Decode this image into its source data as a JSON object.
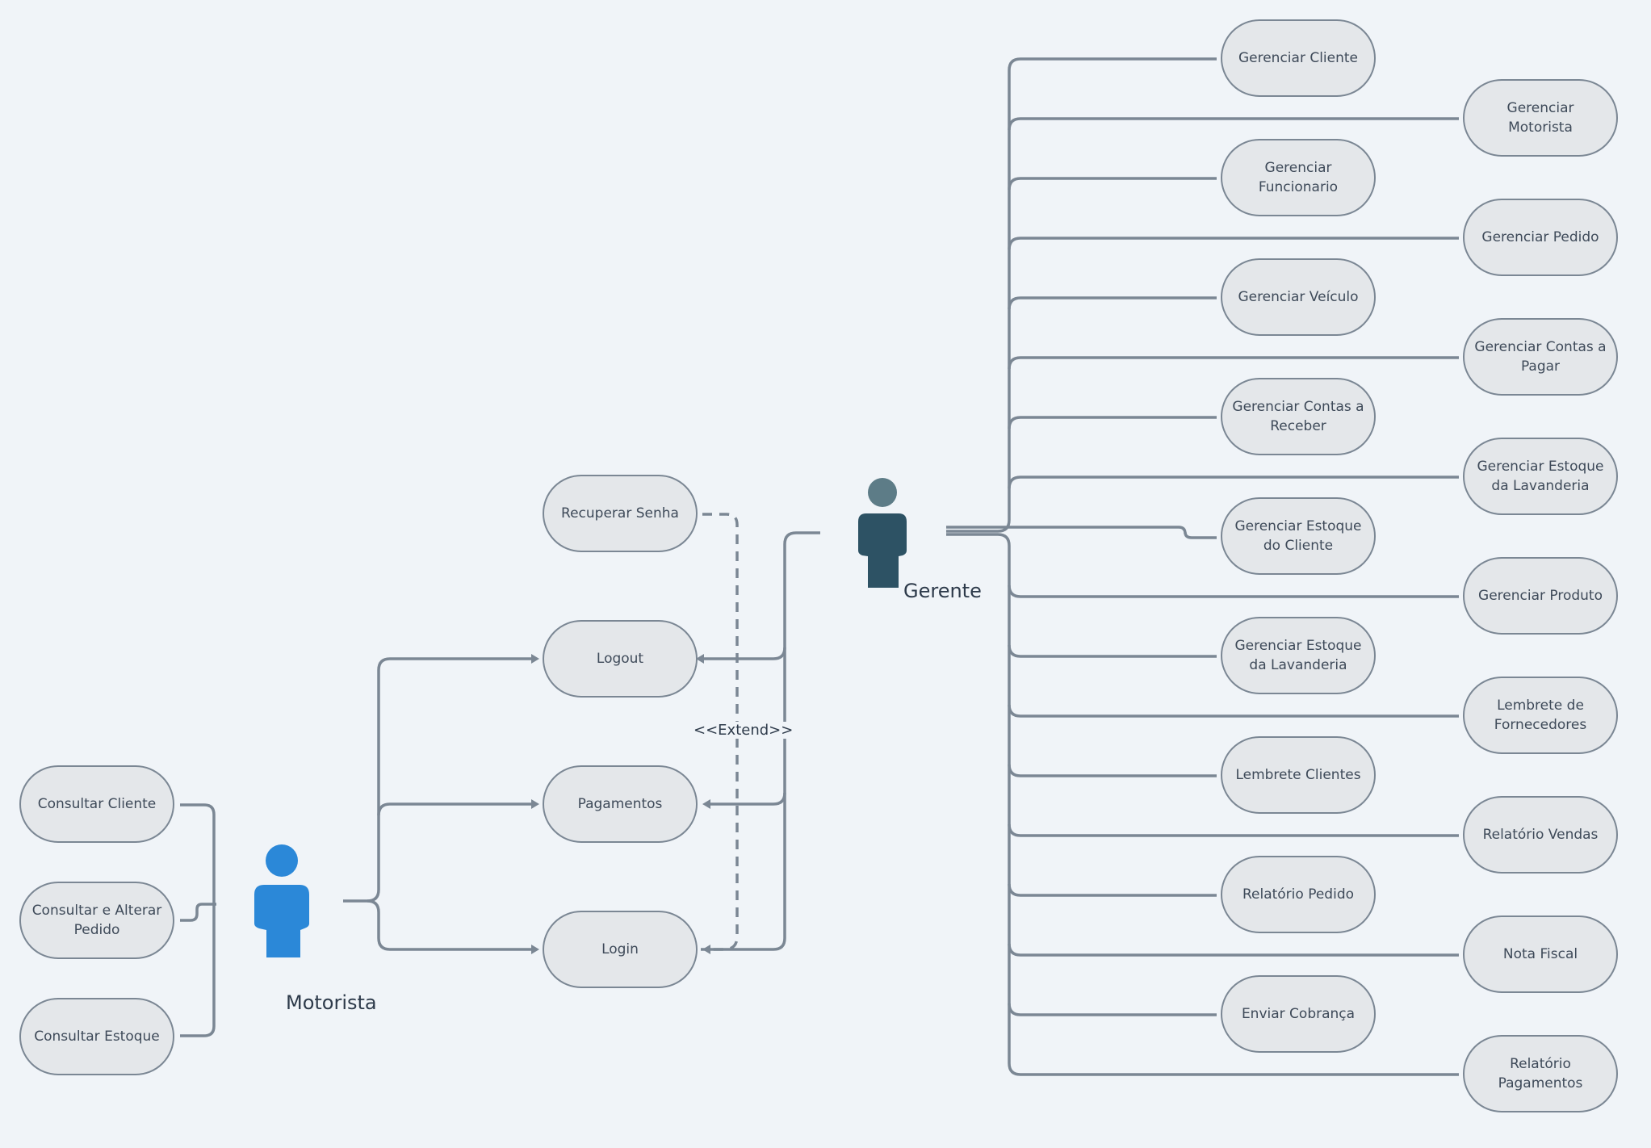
{
  "actors": {
    "motorista": {
      "label": "Motorista",
      "color": "#2b88d8"
    },
    "gerente": {
      "label": "Gerente",
      "color": "#2d5264",
      "head_color": "#5d7c87"
    }
  },
  "extend_label": "<<Extend>>",
  "use_cases": {
    "consultar_cliente": "Consultar Cliente",
    "consultar_alterar_pedido": "Consultar e Alterar Pedido",
    "consultar_estoque": "Consultar Estoque",
    "recuperar_senha": "Recuperar Senha",
    "logout": "Logout",
    "pagamentos": "Pagamentos",
    "login": "Login",
    "gerenciar_cliente": "Gerenciar Cliente",
    "gerenciar_motorista": "Gerenciar Motorista",
    "gerenciar_funcionario": "Gerenciar Funcionario",
    "gerenciar_pedido": "Gerenciar Pedido",
    "gerenciar_veiculo": "Gerenciar Veículo",
    "gerenciar_contas_pagar": "Gerenciar Contas a Pagar",
    "gerenciar_contas_receber": "Gerenciar Contas a Receber",
    "gerenciar_estoque_lavanderia_1": "Gerenciar Estoque da Lavanderia",
    "gerenciar_estoque_cliente": "Gerenciar Estoque do Cliente",
    "gerenciar_produto": "Gerenciar Produto",
    "gerenciar_estoque_lavanderia_2": "Gerenciar Estoque da Lavanderia",
    "lembrete_fornecedores": "Lembrete de Fornecedores",
    "lembrete_clientes": "Lembrete Clientes",
    "relatorio_vendas": "Relatório Vendas",
    "relatorio_pedido": "Relatório Pedido",
    "nota_fiscal": "Nota Fiscal",
    "enviar_cobranca": "Enviar Cobrança",
    "relatorio_pagamentos": "Relatório Pagamentos"
  },
  "colors": {
    "background": "#f0f4f8",
    "use_case_fill": "#e4e7ea",
    "line": "#7b8794"
  }
}
